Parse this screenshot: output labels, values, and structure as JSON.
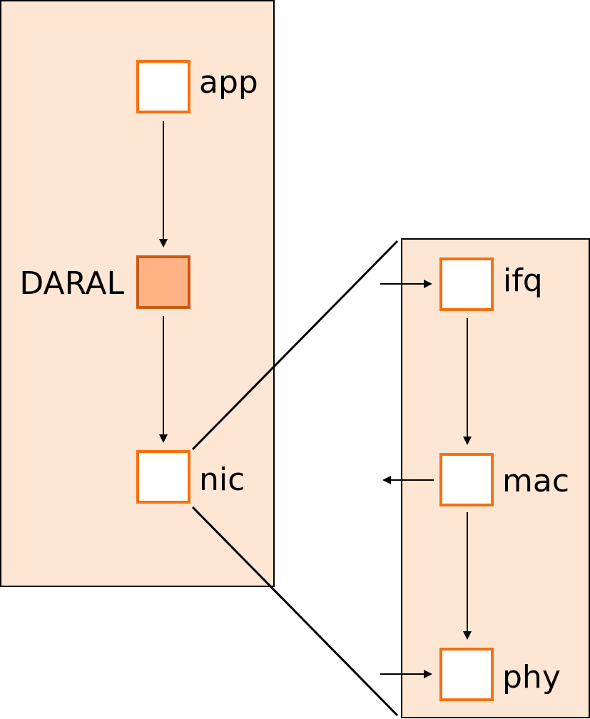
{
  "colors": {
    "panel_fill": "#FEE6D5",
    "panel_stroke": "#000000",
    "node_stroke": "#F5700F",
    "node_fill": "#FFFFFF",
    "highlight_fill": "#FFB385",
    "highlight_stroke": "#C85A14",
    "edge": "#000000"
  },
  "left_panel": {
    "nodes": [
      {
        "id": "app",
        "label": "app",
        "highlighted": false
      },
      {
        "id": "daral",
        "label": "DARAL",
        "highlighted": true
      },
      {
        "id": "nic",
        "label": "nic",
        "highlighted": false
      }
    ],
    "edges": [
      {
        "from": "app",
        "to": "daral"
      },
      {
        "from": "daral",
        "to": "nic"
      }
    ]
  },
  "right_panel": {
    "nodes": [
      {
        "id": "ifq",
        "label": "ifq"
      },
      {
        "id": "mac",
        "label": "mac"
      },
      {
        "id": "phy",
        "label": "phy"
      }
    ],
    "edges": [
      {
        "from": "ifq",
        "to": "mac"
      },
      {
        "from": "mac",
        "to": "phy"
      }
    ],
    "external_arrows": [
      {
        "node": "ifq",
        "direction": "in"
      },
      {
        "node": "mac",
        "direction": "out"
      },
      {
        "node": "phy",
        "direction": "in"
      }
    ]
  },
  "zoom": {
    "source": "nic",
    "target": "right_panel"
  }
}
